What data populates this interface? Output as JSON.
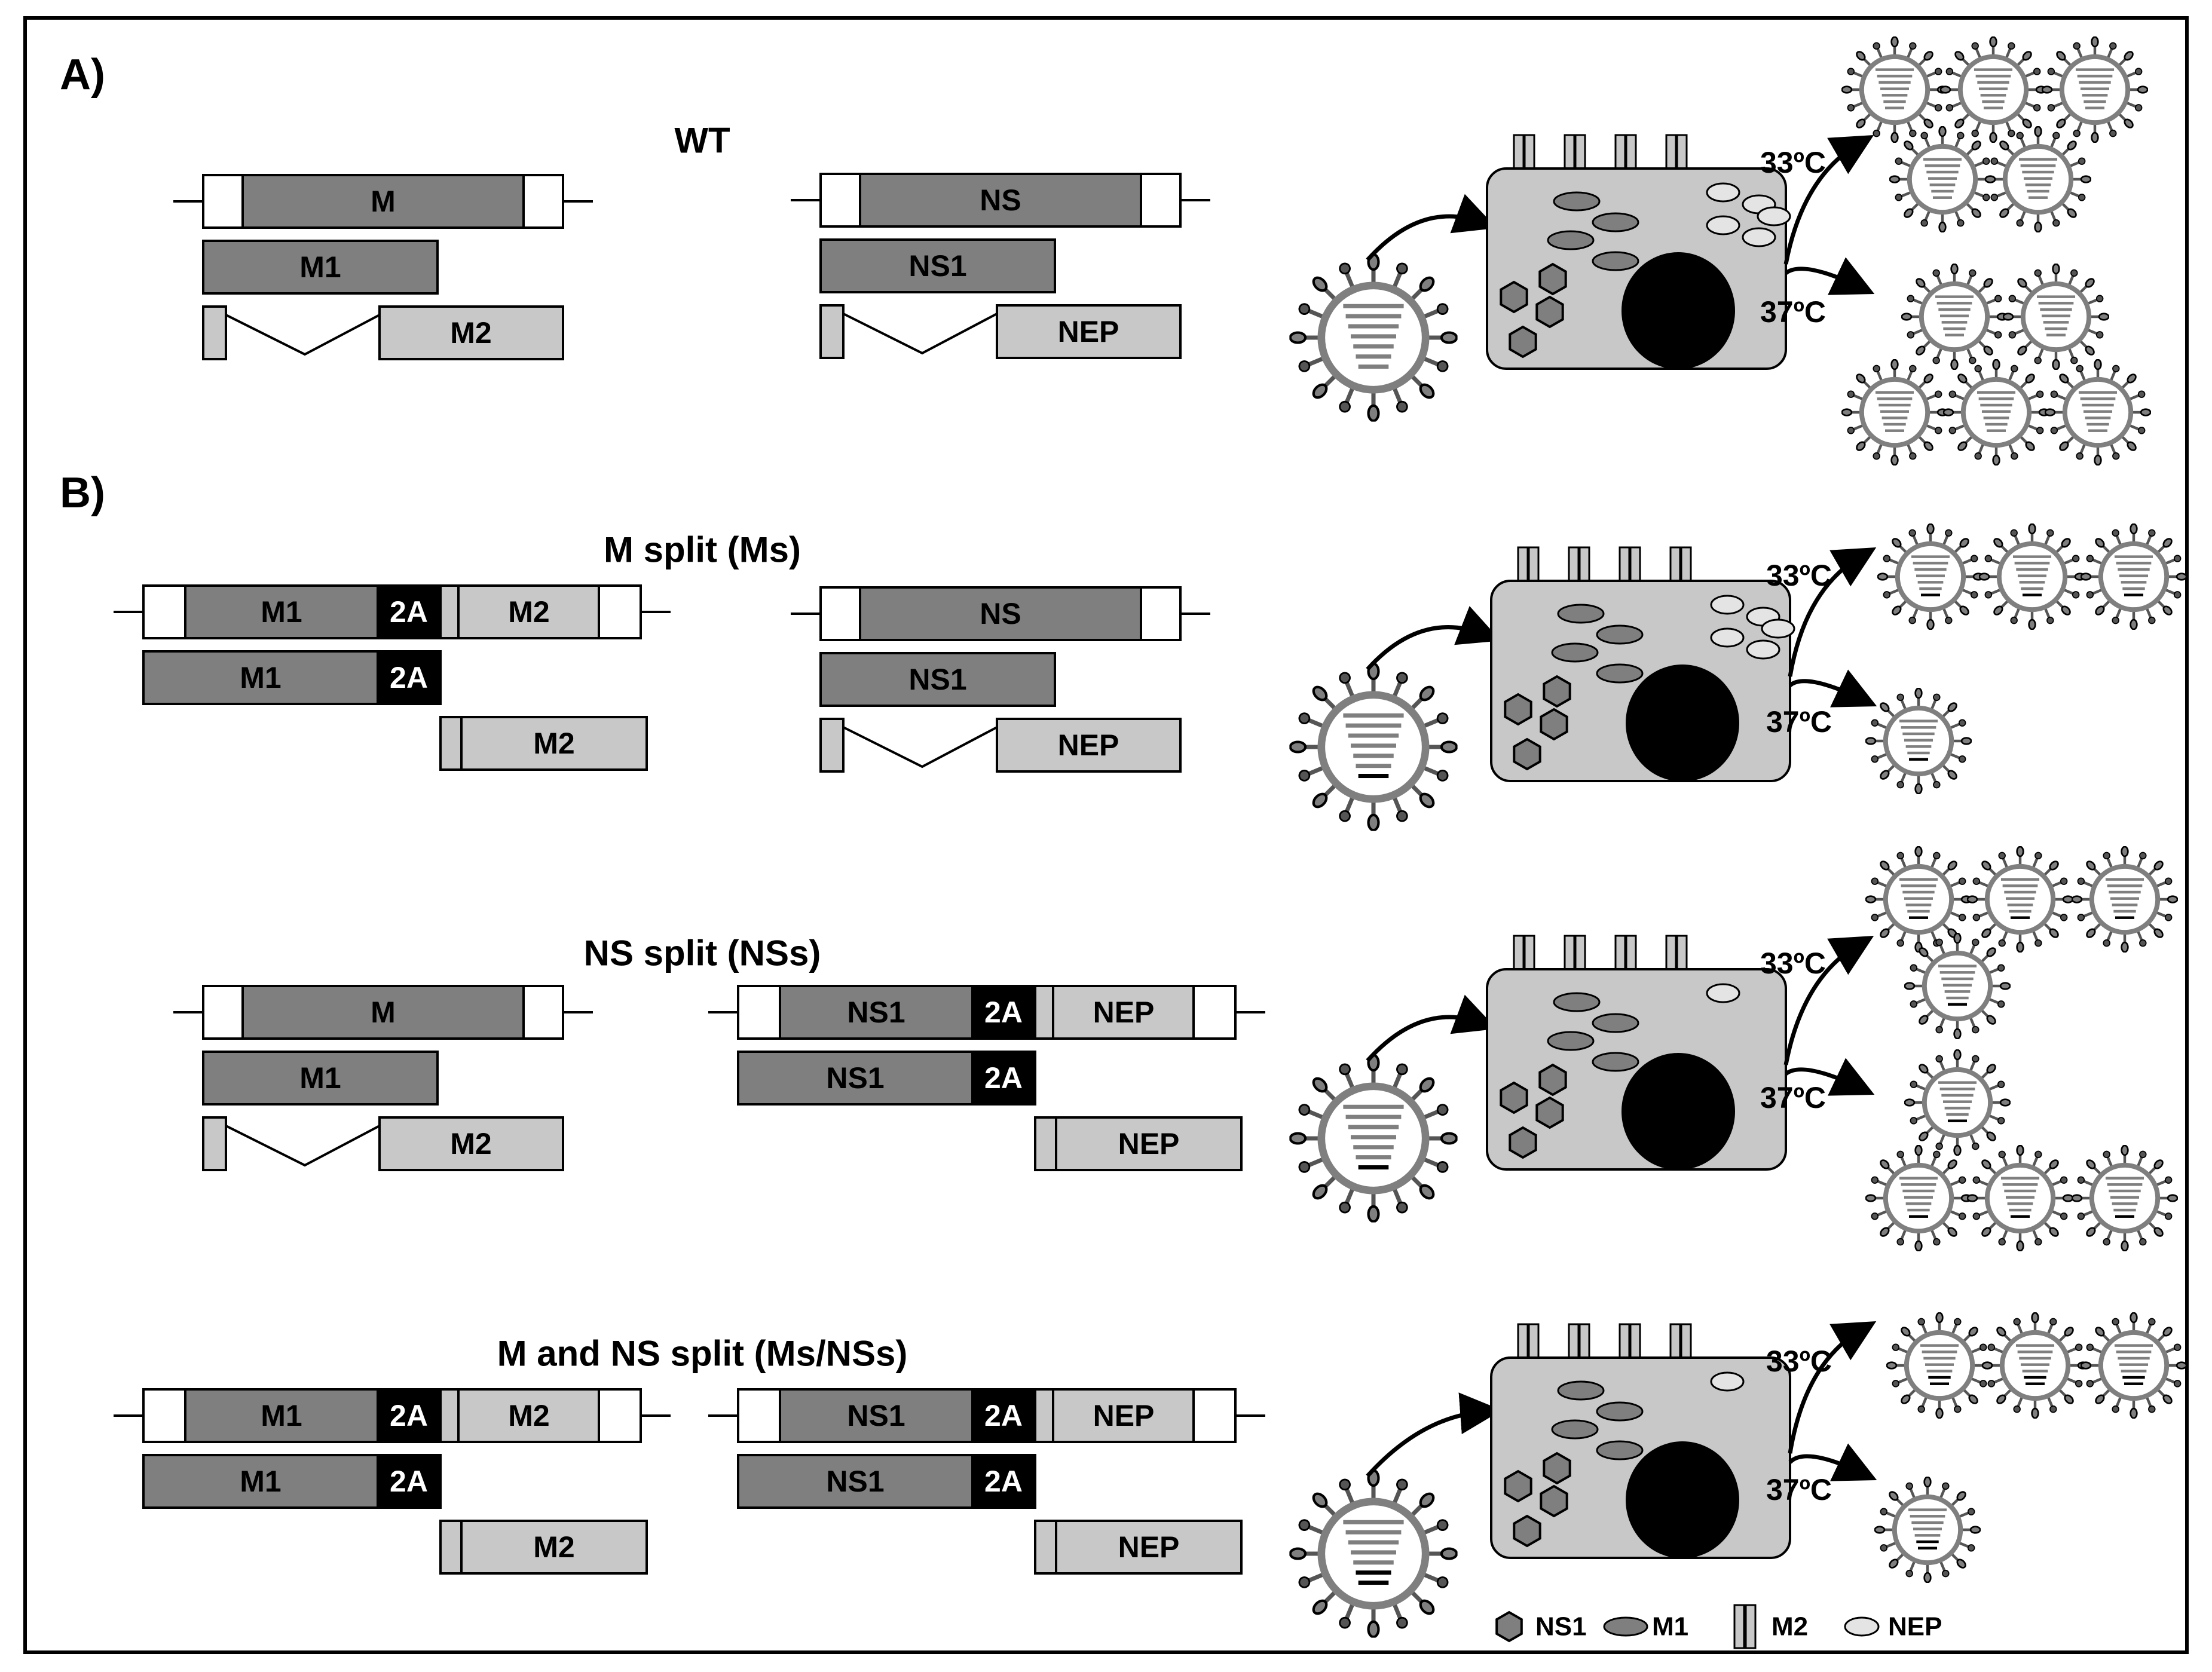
{
  "panels": [
    {
      "label": "A)",
      "title": "WT",
      "m": {
        "full": {
          "label": "M"
        },
        "p1": {
          "label": "M1"
        },
        "p2": {
          "label": "M2"
        },
        "split": false
      },
      "ns": {
        "full": {
          "label": "NS"
        },
        "p1": {
          "label": "NS1"
        },
        "p2": {
          "label": "NEP"
        },
        "split": false
      },
      "cell": {
        "nep_count": 5
      },
      "temps": {
        "t1": "33ºC",
        "t2": "37ºC"
      },
      "input_marks": 0,
      "yield": {
        "t33": 5,
        "t37": 5
      },
      "progeny_marks": 0
    },
    {
      "label": "B)",
      "title": "M split (Ms)",
      "m": {
        "full": {
          "seg1": "M1",
          "seg2": "2A",
          "seg3": "M2"
        },
        "p1": {
          "label": "M1",
          "tag": "2A"
        },
        "p2": {
          "label": "M2"
        },
        "split": true
      },
      "ns": {
        "full": {
          "label": "NS"
        },
        "p1": {
          "label": "NS1"
        },
        "p2": {
          "label": "NEP"
        },
        "split": false
      },
      "cell": {
        "nep_count": 5
      },
      "temps": {
        "t1": "33ºC",
        "t2": "37ºC"
      },
      "input_marks": 1,
      "yield": {
        "t33": 3,
        "t37": 1
      },
      "progeny_marks": 1
    },
    {
      "label": "",
      "title": "NS split (NSs)",
      "m": {
        "full": {
          "label": "M"
        },
        "p1": {
          "label": "M1"
        },
        "p2": {
          "label": "M2"
        },
        "split": false
      },
      "ns": {
        "full": {
          "seg1": "NS1",
          "seg2": "2A",
          "seg3": "NEP"
        },
        "p1": {
          "label": "NS1",
          "tag": "2A"
        },
        "p2": {
          "label": "NEP"
        },
        "split": true
      },
      "cell": {
        "nep_count": 1
      },
      "temps": {
        "t1": "33ºC",
        "t2": "37ºC"
      },
      "input_marks": 1,
      "yield": {
        "t33": 4,
        "t37": 4
      },
      "progeny_marks": 1
    },
    {
      "label": "",
      "title": "M and NS split (Ms/NSs)",
      "m": {
        "full": {
          "seg1": "M1",
          "seg2": "2A",
          "seg3": "M2"
        },
        "p1": {
          "label": "M1",
          "tag": "2A"
        },
        "p2": {
          "label": "M2"
        },
        "split": true
      },
      "ns": {
        "full": {
          "seg1": "NS1",
          "seg2": "2A",
          "seg3": "NEP"
        },
        "p1": {
          "label": "NS1",
          "tag": "2A"
        },
        "p2": {
          "label": "NEP"
        },
        "split": true
      },
      "cell": {
        "nep_count": 1
      },
      "temps": {
        "t1": "33ºC",
        "t2": "37ºC"
      },
      "input_marks": 2,
      "yield": {
        "t33": 3,
        "t37": 1
      },
      "progeny_marks": 2
    }
  ],
  "legend": [
    {
      "symbol": "hexagon",
      "label": "NS1"
    },
    {
      "symbol": "ellipse-dark",
      "label": "M1"
    },
    {
      "symbol": "channel",
      "label": "M2"
    },
    {
      "symbol": "ellipse-light",
      "label": "NEP"
    }
  ],
  "colors": {
    "dark_segment": "#7f7f7f",
    "light_segment": "#c8c8c8",
    "cell_fill": "#c8c8c8",
    "tag_fill": "#000000",
    "outline": "#000000"
  }
}
